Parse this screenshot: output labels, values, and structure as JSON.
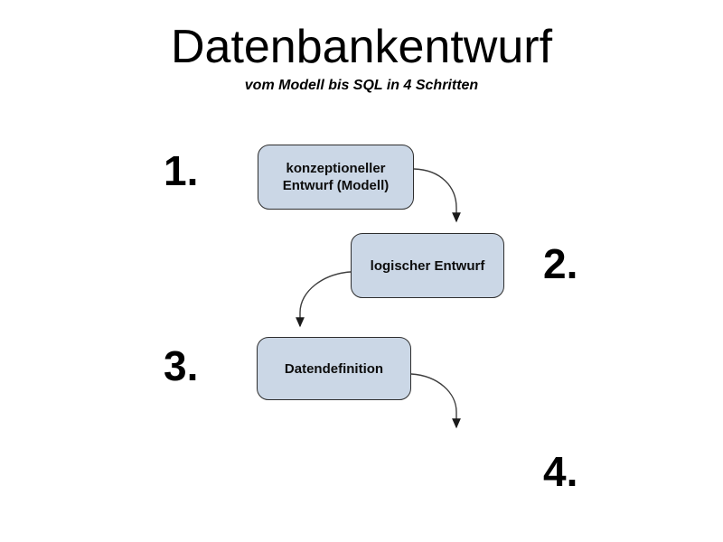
{
  "slide": {
    "title": "Datenbankentwurf",
    "subtitle": "vom Modell bis SQL in 4 Schritten"
  },
  "diagram": {
    "steps": [
      {
        "number": "1.",
        "box_label": "konzeptioneller Entwurf (Modell)"
      },
      {
        "number": "2.",
        "box_label": "logischer Entwurf"
      },
      {
        "number": "3.",
        "box_label": "Datendefinition"
      },
      {
        "number": "4.",
        "box_label": ""
      }
    ],
    "connections": [
      {
        "from": "konzeptioneller Entwurf (Modell)",
        "to": "logischer Entwurf"
      },
      {
        "from": "logischer Entwurf",
        "to": "Datendefinition"
      },
      {
        "from": "Datendefinition",
        "to": "step 4"
      }
    ],
    "colors": {
      "background": "#ffffff",
      "box_fill": "#cbd7e6",
      "box_border": "#2e2e2e",
      "arrow": "#3d3d3d",
      "text": "#000000"
    }
  }
}
